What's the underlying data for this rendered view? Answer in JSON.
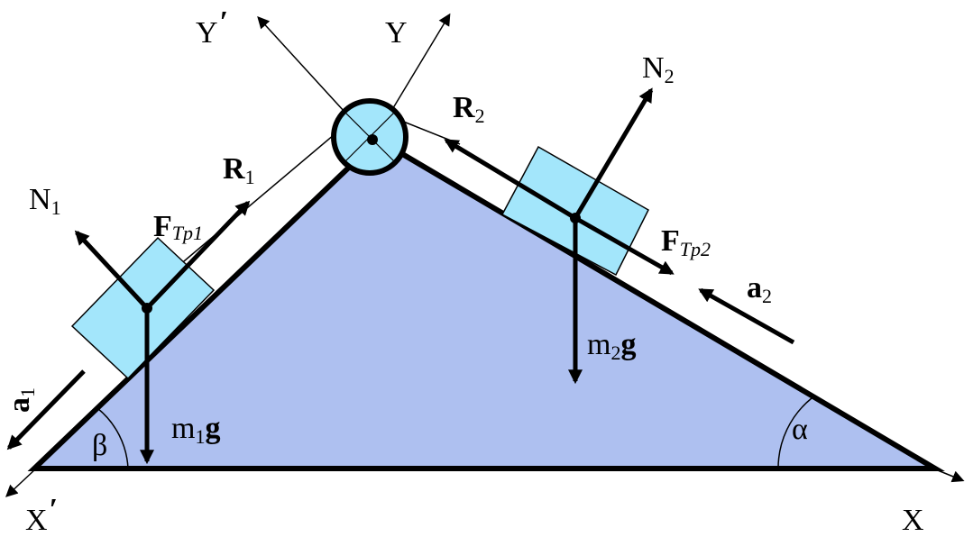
{
  "colors": {
    "incline": "#aec0f0",
    "block": "#a3e6fb",
    "pulley": "#a3e6fb",
    "line": "#000000"
  },
  "labels": {
    "y_prime": {
      "main": "Y",
      "mark": "′"
    },
    "y": "Y",
    "x_prime": {
      "main": "X",
      "mark": "′"
    },
    "x": "X",
    "n1": {
      "main": "N",
      "sub": "1"
    },
    "n2": {
      "main": "N",
      "sub": "2"
    },
    "r1": {
      "main": "R",
      "sub": "1"
    },
    "r2": {
      "main": "R",
      "sub": "2"
    },
    "ftr1": {
      "main": "F",
      "sub": "Tp1"
    },
    "ftr2": {
      "main": "F",
      "sub": "Tp2"
    },
    "a1": {
      "main": "a",
      "sub": "1"
    },
    "a2": {
      "main": "a",
      "sub": "2"
    },
    "m1g": {
      "pre": "m",
      "sub": "1",
      "post": "g"
    },
    "m2g": {
      "pre": "m",
      "sub": "2",
      "post": "g"
    },
    "beta": "β",
    "alpha": "α"
  }
}
